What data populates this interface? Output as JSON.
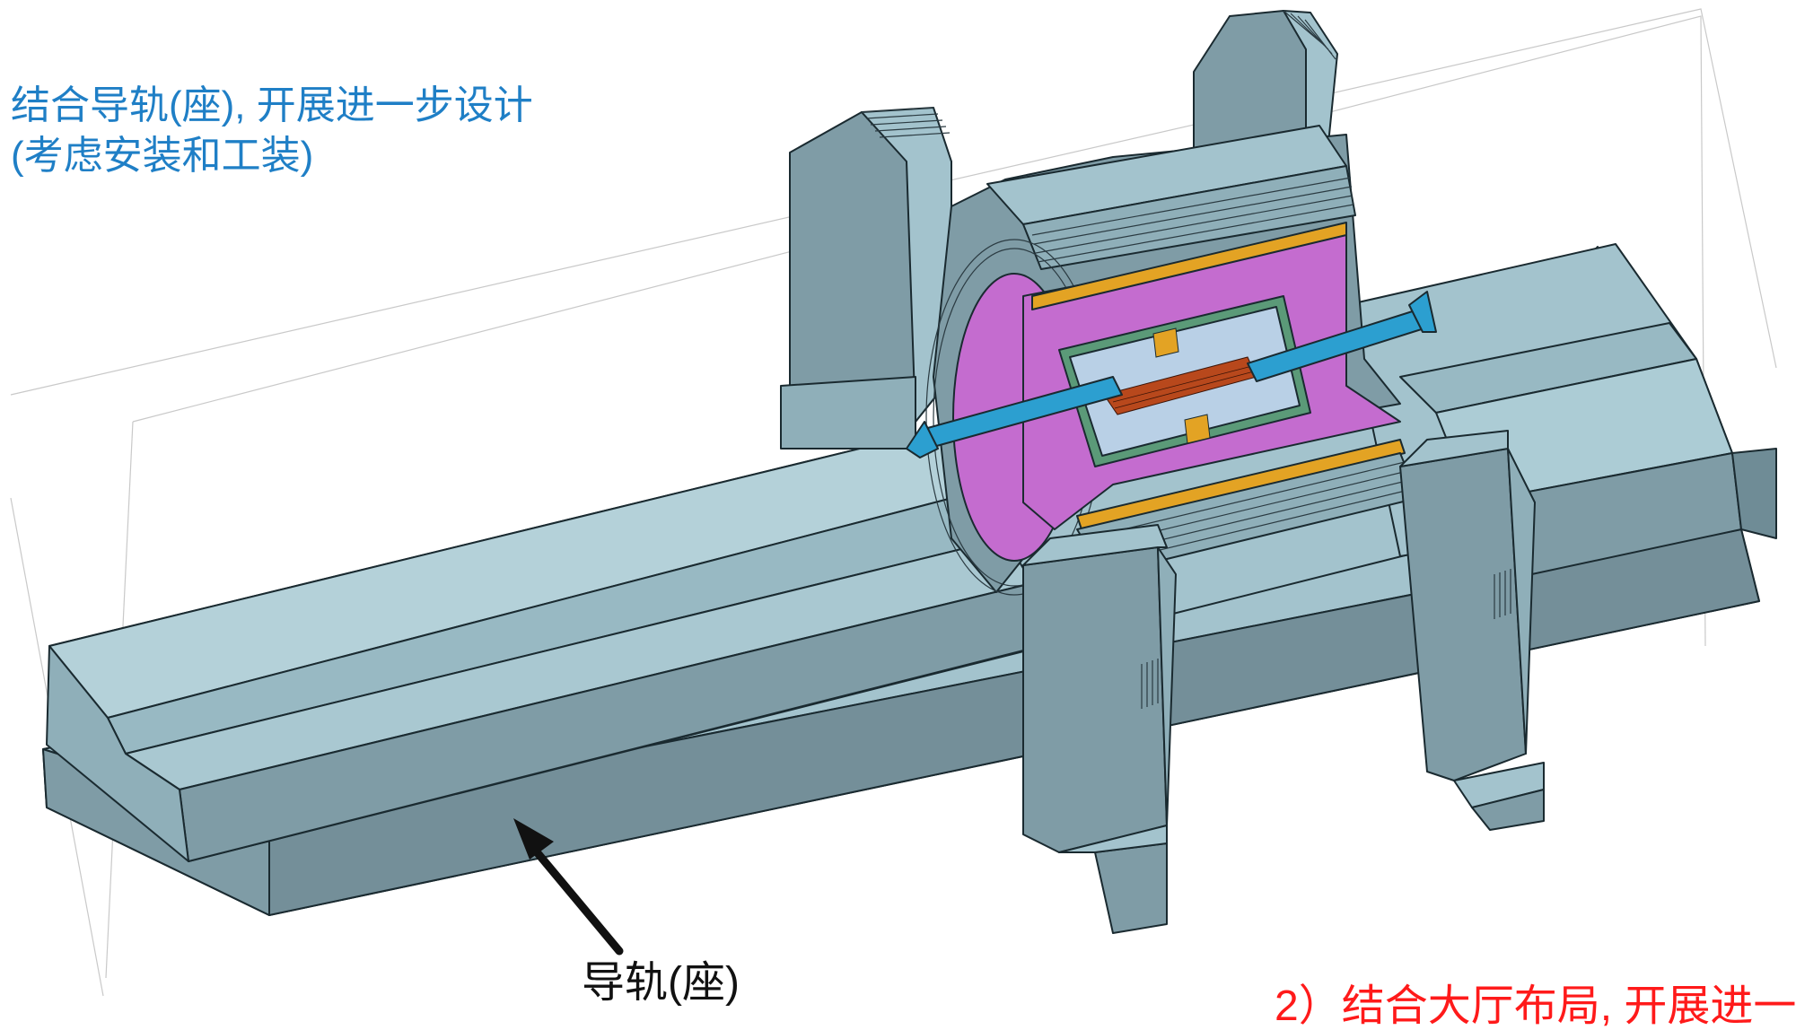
{
  "annotations": {
    "design_note_line1": "结合导轨(座), 开展进一步设计",
    "design_note_line2": "(考虑安装和工装)",
    "rail_label": "导轨(座)",
    "bottom_note": "2）结合大厅布局, 开展进一"
  },
  "colors": {
    "steel_top": "#a3c3cd",
    "steel_side": "#7f9ca6",
    "steel_dark": "#6f8c96",
    "magenta": "#c46ccf",
    "gold": "#e3a324",
    "green_frame": "#5b9a78",
    "beampipe": "#2c9fd0",
    "note_blue": "#1f7fc6",
    "note_red": "#ff1a1a"
  }
}
